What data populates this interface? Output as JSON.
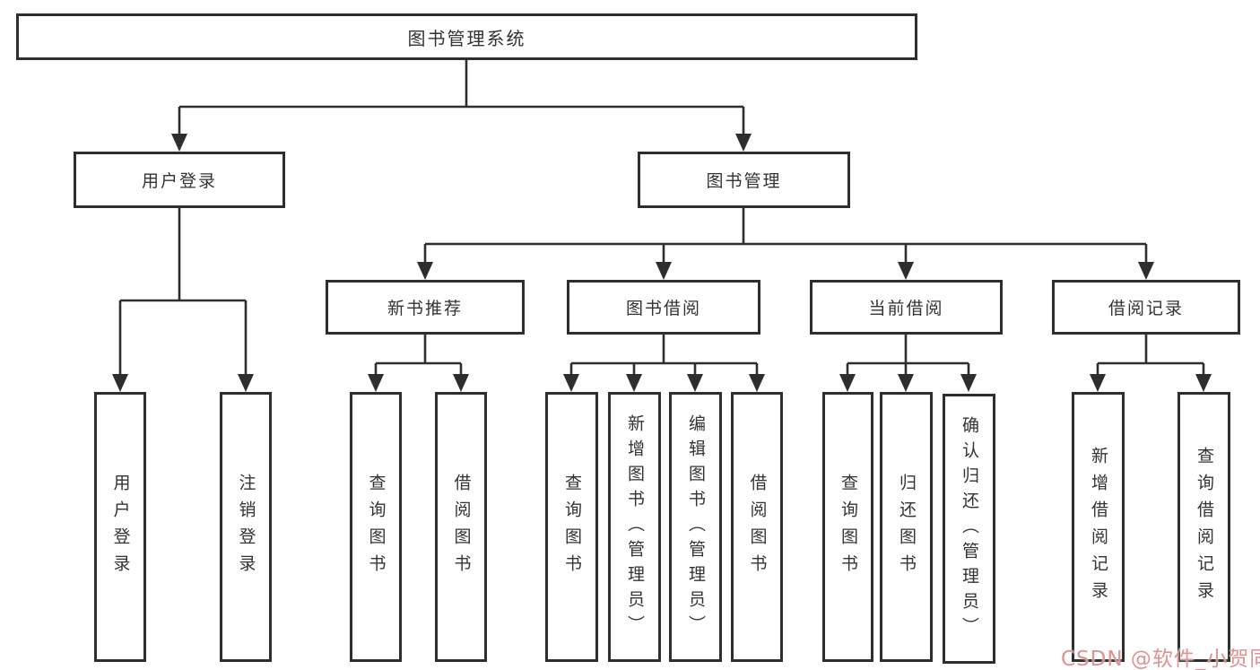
{
  "title_node": "图书管理系统",
  "branches": {
    "user_login": {
      "label": "用户登录",
      "children": [
        "用户登录",
        "注销登录"
      ]
    },
    "book_management": {
      "label": "图书管理",
      "groups": [
        {
          "label": "新书推荐",
          "children": [
            "查询图书",
            "借阅图书"
          ]
        },
        {
          "label": "图书借阅",
          "children": [
            "查询图书",
            "新增图书（管理员）",
            "编辑图书（管理员）",
            "借阅图书"
          ]
        },
        {
          "label": "当前借阅",
          "children": [
            "查询图书",
            "归还图书",
            "确认归还（管理员）"
          ]
        },
        {
          "label": "借阅记录",
          "children": [
            "新增借阅记录",
            "查询借阅记录"
          ]
        }
      ]
    }
  },
  "watermark": "CSDN @软件_小贺同学",
  "colors": {
    "line": "#2e2e2e",
    "text": "#333333",
    "watermark": "#e09191",
    "background": "#ffffff"
  }
}
